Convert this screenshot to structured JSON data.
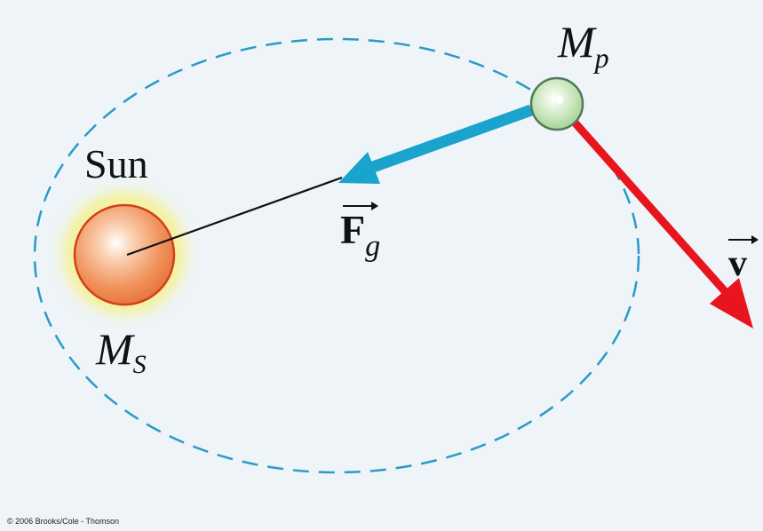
{
  "labels": {
    "sun": "Sun",
    "sun_mass": "M",
    "sun_mass_sub": "S",
    "planet_mass": "M",
    "planet_mass_sub": "p",
    "force": "F",
    "force_sub": "g",
    "velocity": "v"
  },
  "copyright": "© 2006 Brooks/Cole - Thomson",
  "colors": {
    "background": "#eef4f8",
    "orbit": "#2a9bc4",
    "force_arrow": "#1aa3cc",
    "velocity_arrow": "#e8141e",
    "sun_core": "#ee8a52",
    "sun_glow": "#f3f29a",
    "planet": "#b4dca6"
  }
}
